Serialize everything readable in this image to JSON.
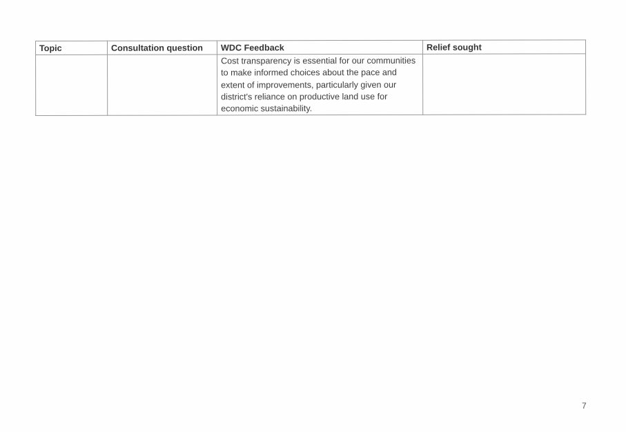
{
  "table": {
    "headers": [
      "Topic",
      "Consultation question",
      "WDC Feedback",
      "Relief sought"
    ],
    "rows": [
      {
        "topic": "",
        "consultation_question": "",
        "wdc_feedback": "Cost transparency is essential for our communities to make informed choices about the pace and extent of improvements, particularly given our district's reliance on productive land use for economic sustainability.",
        "relief_sought": ""
      }
    ]
  },
  "page_number": "7"
}
